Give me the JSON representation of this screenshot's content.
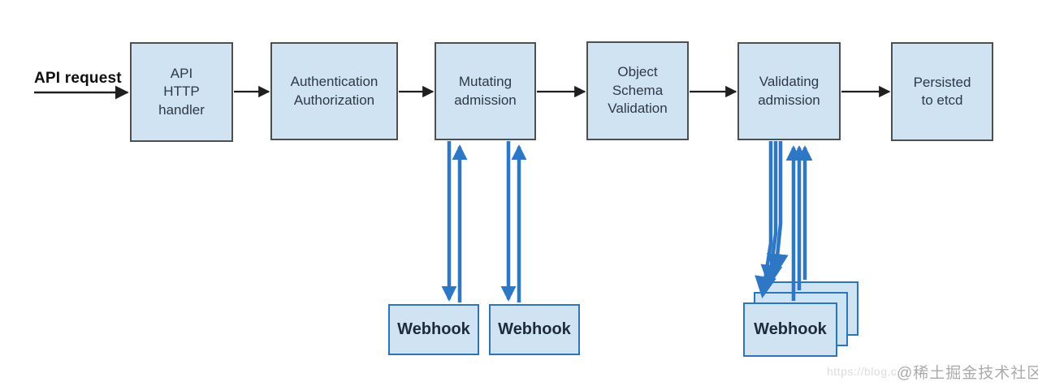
{
  "flow": {
    "request_label": "API request",
    "stages": [
      {
        "id": "api-http-handler",
        "lines": [
          "API",
          "HTTP",
          "handler"
        ]
      },
      {
        "id": "authn-authz",
        "lines": [
          "Authentication",
          "Authorization"
        ]
      },
      {
        "id": "mutating-admission",
        "lines": [
          "Mutating",
          "admission"
        ]
      },
      {
        "id": "object-schema-validation",
        "lines": [
          "Object",
          "Schema",
          "Validation"
        ]
      },
      {
        "id": "validating-admission",
        "lines": [
          "Validating",
          "admission"
        ]
      },
      {
        "id": "persisted-to-etcd",
        "lines": [
          "Persisted",
          "to etcd"
        ]
      }
    ]
  },
  "webhooks": {
    "mutating": [
      {
        "label": "Webhook"
      },
      {
        "label": "Webhook"
      }
    ],
    "validating": {
      "label": "Webhook",
      "stack_count": 3
    }
  },
  "watermark": {
    "url_text": "https://blog.c",
    "community_text": "@稀土掘金技术社区"
  },
  "colors": {
    "box_fill": "#cfe3f2",
    "stage_border": "#4f4f4f",
    "webhook_border": "#2e75b6",
    "arrow_blue": "#2e77c5",
    "arrow_black": "#1f1f1f",
    "stage_text": "#2d3a46",
    "watermark_gray": "#9c9c9c"
  }
}
